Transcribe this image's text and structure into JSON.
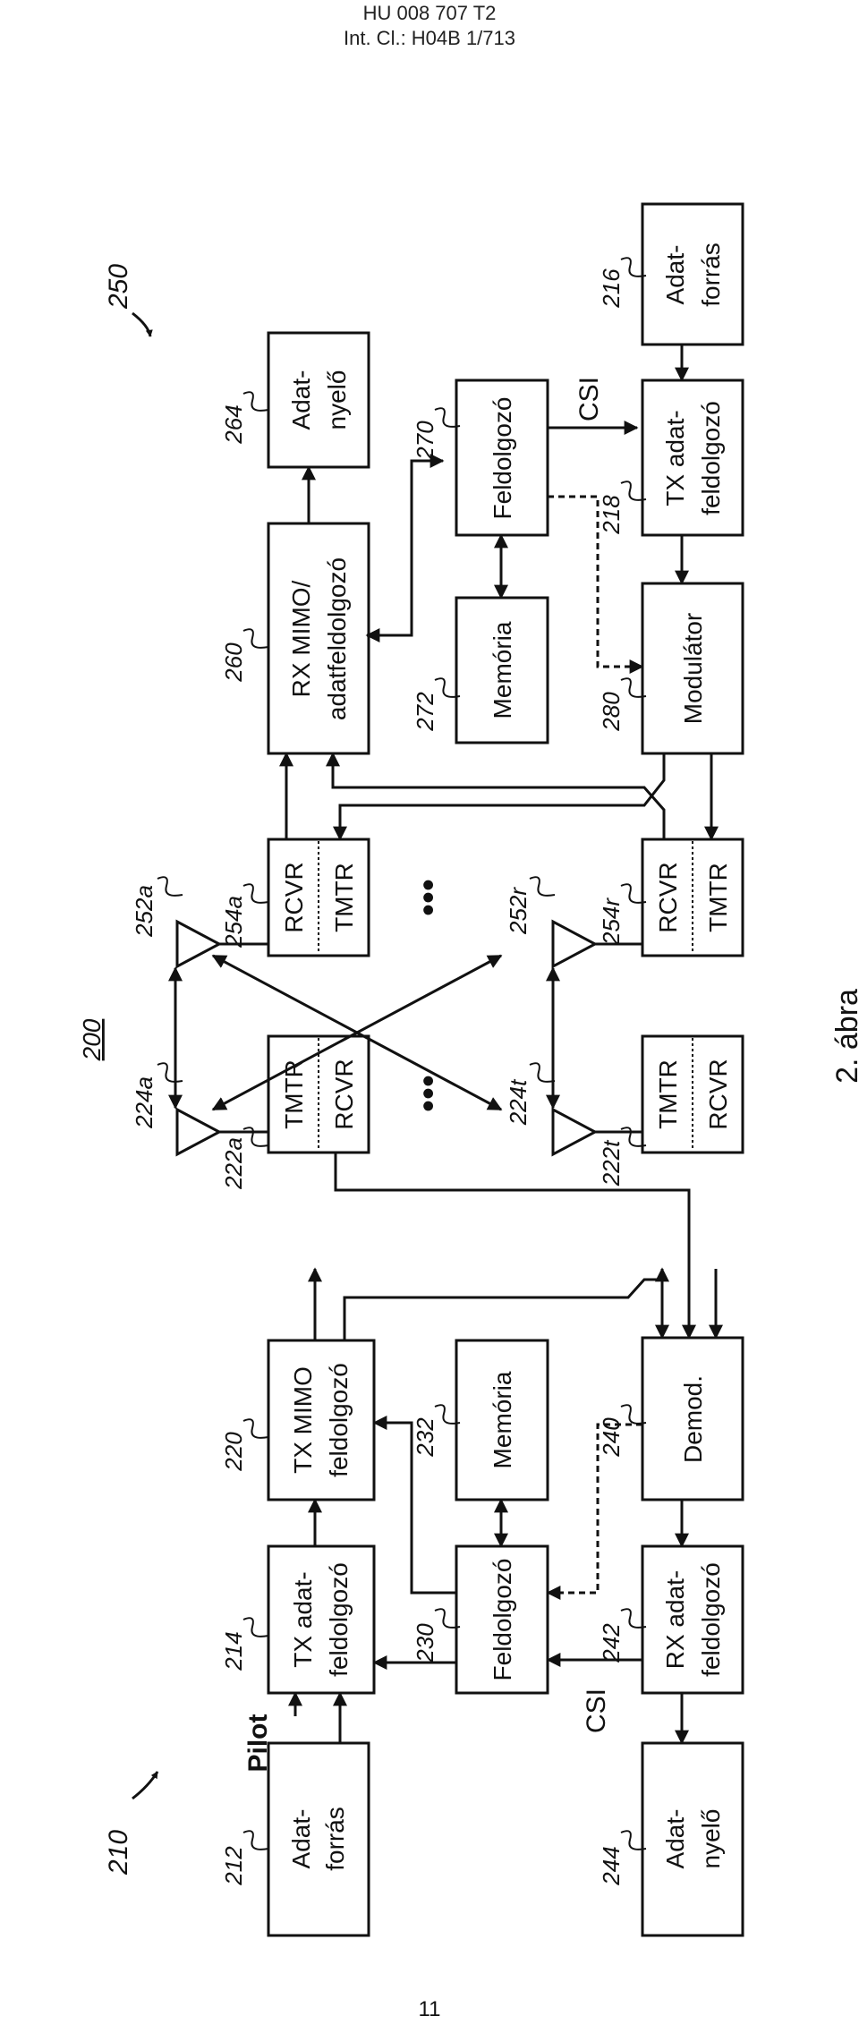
{
  "header": {
    "line1": "HU 008 707 T2",
    "line2": "Int. Cl.: H04B 1/713"
  },
  "footer": {
    "page_number": "11"
  },
  "figure": {
    "system_ref": "200",
    "caption": "2. ábra",
    "transmitter_ref": "210",
    "receiver_ref": "250",
    "dots": "•••",
    "labels": {
      "pilot": "Pilot",
      "csi": "CSI"
    },
    "blocks": {
      "b212": {
        "ref": "212",
        "lines": [
          "Adat-",
          "forrás"
        ]
      },
      "b214": {
        "ref": "214",
        "lines": [
          "TX adat-",
          "feldolgozó"
        ]
      },
      "b220": {
        "ref": "220",
        "lines": [
          "TX MIMO",
          "feldolgozó"
        ]
      },
      "b222a": {
        "ref": "222a",
        "lines": [
          "TMTR",
          "RCVR"
        ]
      },
      "b222t": {
        "ref": "222t",
        "lines": [
          "TMTR",
          "RCVR"
        ]
      },
      "b230": {
        "ref": "230",
        "lines": [
          "Feldolgozó"
        ]
      },
      "b232": {
        "ref": "232",
        "lines": [
          "Memória"
        ]
      },
      "b240": {
        "ref": "240",
        "lines": [
          "Demod."
        ]
      },
      "b242": {
        "ref": "242",
        "lines": [
          "RX adat-",
          "feldolgozó"
        ]
      },
      "b244": {
        "ref": "244",
        "lines": [
          "Adat-",
          "nyelő"
        ]
      },
      "b254a": {
        "ref": "254a",
        "lines": [
          "RCVR",
          "TMTR"
        ]
      },
      "b254r": {
        "ref": "254r",
        "lines": [
          "RCVR",
          "TMTR"
        ]
      },
      "b260": {
        "ref": "260",
        "lines": [
          "RX MIMO/",
          "adatfeldolgozó"
        ]
      },
      "b264": {
        "ref": "264",
        "lines": [
          "Adat-",
          "nyelő"
        ]
      },
      "b270": {
        "ref": "270",
        "lines": [
          "Feldolgozó"
        ]
      },
      "b272": {
        "ref": "272",
        "lines": [
          "Memória"
        ]
      },
      "b280": {
        "ref": "280",
        "lines": [
          "Modulátor"
        ]
      },
      "b218": {
        "ref": "218",
        "lines": [
          "TX adat-",
          "feldolgozó"
        ]
      },
      "b216": {
        "ref": "216",
        "lines": [
          "Adat-",
          "forrás"
        ]
      }
    },
    "antennas": {
      "a224a": "224a",
      "a224t": "224t",
      "a252a": "252a",
      "a252r": "252r"
    }
  }
}
